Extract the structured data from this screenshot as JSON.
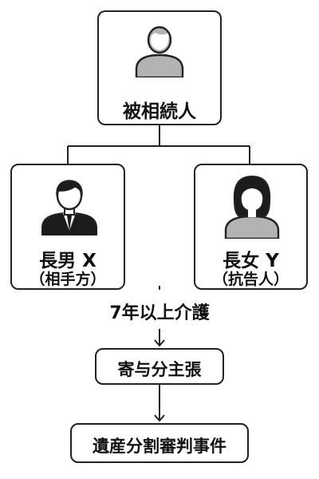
{
  "decedent": {
    "label": "被相続人",
    "icon": "person-neutral-icon"
  },
  "eldest_son": {
    "name": "長男 X",
    "role": "（相手方）",
    "icon": "man-in-suit-icon"
  },
  "eldest_daughter": {
    "name": "長女 Y",
    "role": "（抗告人）",
    "icon": "woman-icon"
  },
  "care_note": "7年以上介護",
  "contribution_claim": "寄与分主張",
  "case_title": "遺産分割審判事件",
  "colors": {
    "stroke": "#222222",
    "icon_fill": "#b3b3b3",
    "icon_dark": "#1c1c1c",
    "icon_face": "#ffffff"
  }
}
